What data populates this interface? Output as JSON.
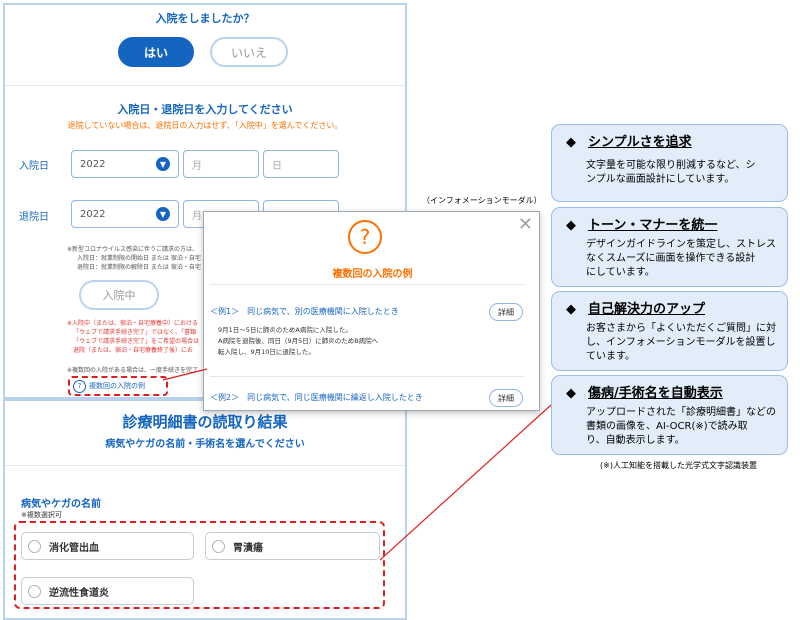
{
  "app": {
    "top_question": "入院をしましたか？",
    "yes_label": "はい",
    "no_label": "いいえ",
    "dates_heading": "入院日・退院日を入力してください",
    "dates_note": "退院していない場合は、退院日の入力はせず、「入院中」を選んでください。",
    "admission_label": "入院日",
    "discharge_label": "退院日",
    "year_value": "2022",
    "month_placeholder": "月",
    "day_placeholder": "日",
    "covid_note": "※新型コロナウイルス感染に伴うご請求の方は、",
    "covid_line1": "入院日：就業制限の開始日 または 宿泊・自宅",
    "covid_line2": "退院日：就業制限の解除日 または 宿泊・自宅",
    "in_hospital_button": "入院中",
    "red_note1": "※入院中（または、宿泊・自宅療養中）における",
    "red_note2": "「ウェブで請求手続き完了」ではなく、「書類",
    "red_note3": "「ウェブで請求手続き完了」をご希望の場合は",
    "red_note4": "退院（または、宿泊・自宅療養終了後）にお",
    "multi_note": "※複数回の入院がある場合は、一度手続きを完了",
    "help_link": "複数回の入院の例"
  },
  "modal": {
    "caption": "（インフォメーションモーダル）",
    "title": "複数回の入院の例",
    "ex1_title": "＜例1＞　同じ病気で、別の医療機関に入院したとき",
    "detail_label": "詳細",
    "ex1_line1": "9月1日～5日に肺炎のためA病院に入院した。",
    "ex1_line2": "A病院を退院後、同日（9月5日）に肺炎のためB病院へ",
    "ex1_line3": "転入院し、9月10日に退院した。",
    "ex2_title": "＜例2＞　同じ病気で、同じ医療機関に繰返し入院したとき"
  },
  "receipt": {
    "title": "診療明細書の読取り結果",
    "subtitle": "病気やケガの名前・手術名を選んでください",
    "field_label": "病気やケガの名前",
    "multi_select_note": "※複数選択可",
    "options": [
      "消化管出血",
      "胃潰瘍",
      "逆流性食道炎"
    ]
  },
  "cards": [
    {
      "title": "シンプルさを追求",
      "body": [
        "文字量を可能な限り削減するなど、シ",
        "ンプルな画面設計にしています。"
      ]
    },
    {
      "title": "トーン・マナーを統一",
      "body": [
        "デザインガイドラインを策定し、ストレス",
        "なくスムーズに画面を操作できる設計",
        "にしています。"
      ]
    },
    {
      "title": "自己解決力のアップ",
      "body": [
        "お客さまから「よくいただくご質問」に対",
        "し、インフォメーションモーダルを設置し",
        "ています。"
      ]
    },
    {
      "title": "傷病/手術名を自動表示",
      "body": [
        "アップロードされた「診療明細書」などの",
        "書類の画像を、AI-OCR(※)で読み取",
        "り、自動表示します。"
      ]
    }
  ],
  "footnote": "(※)人工知能を搭載した光学式文字認識装置",
  "colors": {
    "accent": "#1565c0",
    "highlight_red": "#e02020",
    "card_bg": "#e2edf9"
  }
}
